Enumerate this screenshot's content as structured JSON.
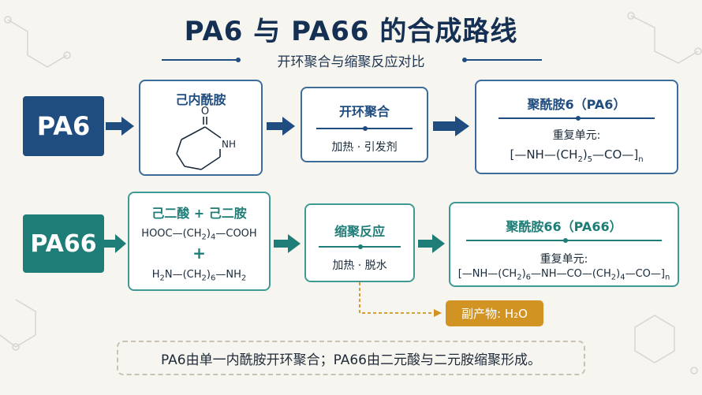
{
  "header": {
    "title": "PA6 与 PA66 的合成路线",
    "subtitle": "开环聚合与缩聚反应对比"
  },
  "pa6": {
    "label": "PA6",
    "monomer": {
      "title": "己内酰胺",
      "atom_o": "O",
      "atom_nh": "NH"
    },
    "reaction": {
      "title": "开环聚合",
      "conditions": "加热 · 引发剂"
    },
    "product": {
      "title": "聚酰胺6（PA6）",
      "repeat_label": "重复单元:"
    }
  },
  "pa66": {
    "label": "PA66",
    "monomer": {
      "title": "己二酸 + 己二胺",
      "plus": "+"
    },
    "reaction": {
      "title": "缩聚反应",
      "conditions": "加热 · 脱水"
    },
    "product": {
      "title": "聚酰胺66（PA66）",
      "repeat_label": "重复单元:"
    },
    "byproduct": "副产物: H₂O"
  },
  "footer": {
    "note": "PA6由单一内酰胺开环聚合；PA66由二元酸与二元胺缩聚形成。"
  },
  "colors": {
    "pa6": "#1f4d80",
    "pa66": "#1f7d77",
    "byproduct": "#d19321",
    "background": "#f6f5f0"
  }
}
